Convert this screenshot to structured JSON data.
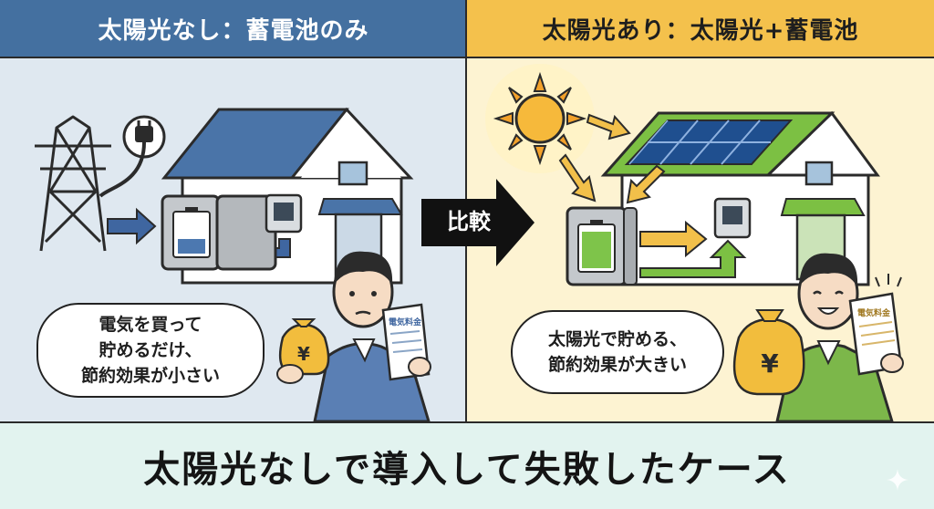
{
  "left": {
    "header": "太陽光なし：蓄電池のみ",
    "bubble_lines": [
      "電気を買って",
      "貯めるだけ、",
      "節約効果が小さい"
    ],
    "document_label": "電気料金",
    "money_symbol": "¥"
  },
  "right": {
    "header": "太陽光あり：太陽光+蓄電池",
    "bubble_lines": [
      "太陽光で貯める、",
      "節約効果が大きい"
    ],
    "document_label": "電気料金",
    "money_symbol": "¥"
  },
  "center": {
    "compare_label": "比較"
  },
  "footer": {
    "title": "太陽光なしで導入して失敗したケース"
  },
  "colors": {
    "left_header": "#4470a0",
    "right_header": "#f4c14c",
    "left_background": "#dfe8f0",
    "right_background": "#fdf3d2",
    "footer_background": "#e2f3ef",
    "arrow_blue": "#3f66a0",
    "arrow_yellow": "#f2c04a",
    "battery_green": "#7ec44a",
    "roof_blue": "#4a74a8",
    "roof_green": "#7cc043"
  }
}
